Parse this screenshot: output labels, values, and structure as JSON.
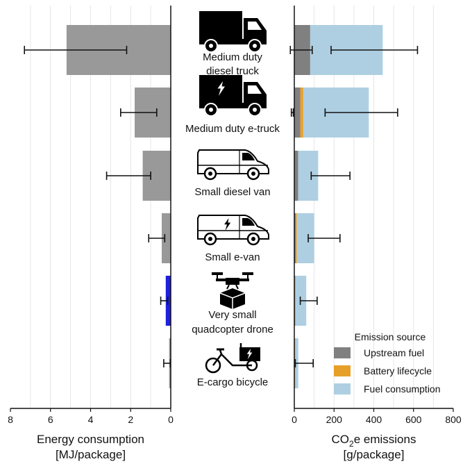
{
  "chart_data": [
    {
      "type": "bar",
      "orientation": "horizontal",
      "x_direction": "reversed",
      "categories": [
        "Medium duty diesel truck",
        "Medium duty e-truck",
        "Small diesel van",
        "Small e-van",
        "Very small quadcopter drone",
        "E-cargo bicycle"
      ],
      "values": [
        5.2,
        1.8,
        1.4,
        0.45,
        0.25,
        0.08
      ],
      "error_bars": [
        [
          2.2,
          7.3
        ],
        [
          0.7,
          2.5
        ],
        [
          1.0,
          3.2
        ],
        [
          0.3,
          1.1
        ],
        [
          0.15,
          0.5
        ],
        [
          0.02,
          0.35
        ]
      ],
      "bar_colors": [
        "#999999",
        "#999999",
        "#999999",
        "#999999",
        "#1f1fe0",
        "#999999"
      ],
      "xlabel": "Energy consumption [MJ/package]",
      "xlabel_lines": [
        "Energy consumption",
        "[MJ/package]"
      ],
      "xlim": [
        0,
        8
      ],
      "xticks": [
        0,
        2,
        4,
        6,
        8
      ],
      "grid": true
    },
    {
      "type": "bar",
      "orientation": "horizontal",
      "stacked": true,
      "categories": [
        "Medium duty diesel truck",
        "Medium duty e-truck",
        "Small diesel van",
        "Small e-van",
        "Very small quadcopter drone",
        "E-cargo bicycle"
      ],
      "series": [
        {
          "name": "Upstream fuel",
          "color": "#808080",
          "values": [
            80,
            30,
            20,
            8,
            4,
            3
          ]
        },
        {
          "name": "Battery lifecycle",
          "color": "#e6a02a",
          "values": [
            0,
            15,
            0,
            5,
            3,
            2
          ]
        },
        {
          "name": "Fuel consumption",
          "color": "#aecfe2",
          "values": [
            365,
            330,
            100,
            87,
            53,
            15
          ]
        }
      ],
      "error_bars": [
        [
          [
            -20,
            90
          ],
          [
            185,
            620
          ]
        ],
        [
          [
            -15,
            -5
          ],
          [
            155,
            520
          ]
        ],
        [
          [
            85,
            280
          ]
        ],
        [
          [
            70,
            230
          ]
        ],
        [
          [
            30,
            115
          ]
        ],
        [
          [
            5,
            95
          ]
        ]
      ],
      "xlabel": "CO2e emissions [g/package]",
      "xlabel_lines": [
        "CO",
        "2",
        "e emissions",
        "[g/package]"
      ],
      "xlim": [
        0,
        800
      ],
      "xticks": [
        0,
        200,
        400,
        600,
        800
      ],
      "grid": true,
      "legend_title": "Emission source",
      "legend_position": "bottom-right"
    }
  ],
  "vehicles": [
    {
      "label_lines": [
        "Medium duty",
        "diesel truck"
      ],
      "icon": "truck-icon"
    },
    {
      "label_lines": [
        "Medium duty e-truck"
      ],
      "icon": "electric-truck-icon"
    },
    {
      "label_lines": [
        "Small diesel van"
      ],
      "icon": "van-icon"
    },
    {
      "label_lines": [
        "Small e-van"
      ],
      "icon": "electric-van-icon"
    },
    {
      "label_lines": [
        "Very small",
        "quadcopter drone"
      ],
      "icon": "drone-icon"
    },
    {
      "label_lines": [
        "E-cargo bicycle"
      ],
      "icon": "cargo-bike-icon"
    }
  ]
}
